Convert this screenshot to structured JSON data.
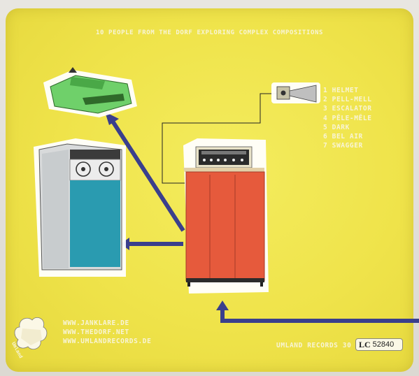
{
  "headline": "10 people from the dorf exploring complex compositions",
  "tracks": [
    "1 Helmet",
    "2 Pell-Mell",
    "3 Escalator",
    "4 Pêle-Mêle",
    "5 Dark",
    "6 Bel Air",
    "7 Swagger"
  ],
  "urls": [
    "www.janklare.de",
    "www.thedorf.net",
    "www.umlandrecords.de"
  ],
  "label": {
    "brand": "Umland",
    "catalog": "Umland Records 30",
    "lc_prefix": "LC",
    "lc_number": "52840"
  },
  "colors": {
    "cover_yellow": "#efe34a",
    "arrow_blue": "#3a3f8c",
    "cabinet_red": "#e65a3c",
    "reel_teal": "#2a9bb0",
    "typewriter_green": "#6fd06a"
  }
}
